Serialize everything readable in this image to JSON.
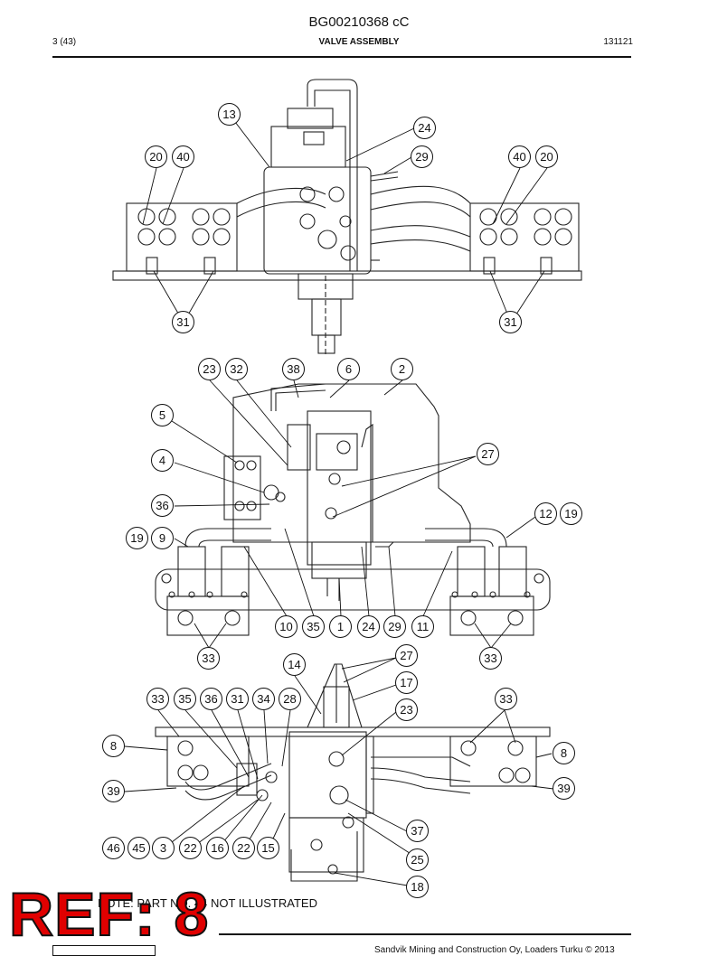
{
  "header": {
    "doc_number": "BG00210368 cC",
    "page": "3 (43)",
    "title": "VALVE ASSEMBLY",
    "date": "131121"
  },
  "callouts": {
    "view1": [
      "13",
      "24",
      "20",
      "40",
      "29",
      "40",
      "20",
      "31",
      "31"
    ],
    "view2": [
      "23",
      "32",
      "38",
      "6",
      "2",
      "5",
      "27",
      "4",
      "36",
      "12",
      "19",
      "19",
      "9",
      "10",
      "35",
      "1",
      "24",
      "29",
      "11",
      "33",
      "33"
    ],
    "view3": [
      "27",
      "14",
      "17",
      "33",
      "35",
      "36",
      "31",
      "34",
      "28",
      "33",
      "23",
      "8",
      "8",
      "39",
      "39",
      "37",
      "46",
      "45",
      "3",
      "22",
      "16",
      "22",
      "15",
      "25",
      "18"
    ]
  },
  "note": "NOTE: PART NO. 44 NOT ILLUSTRATED",
  "ref_label": "REF: 8",
  "footer": {
    "copyright": "Sandvik Mining and Construction Oy, Loaders Turku © 2013"
  }
}
